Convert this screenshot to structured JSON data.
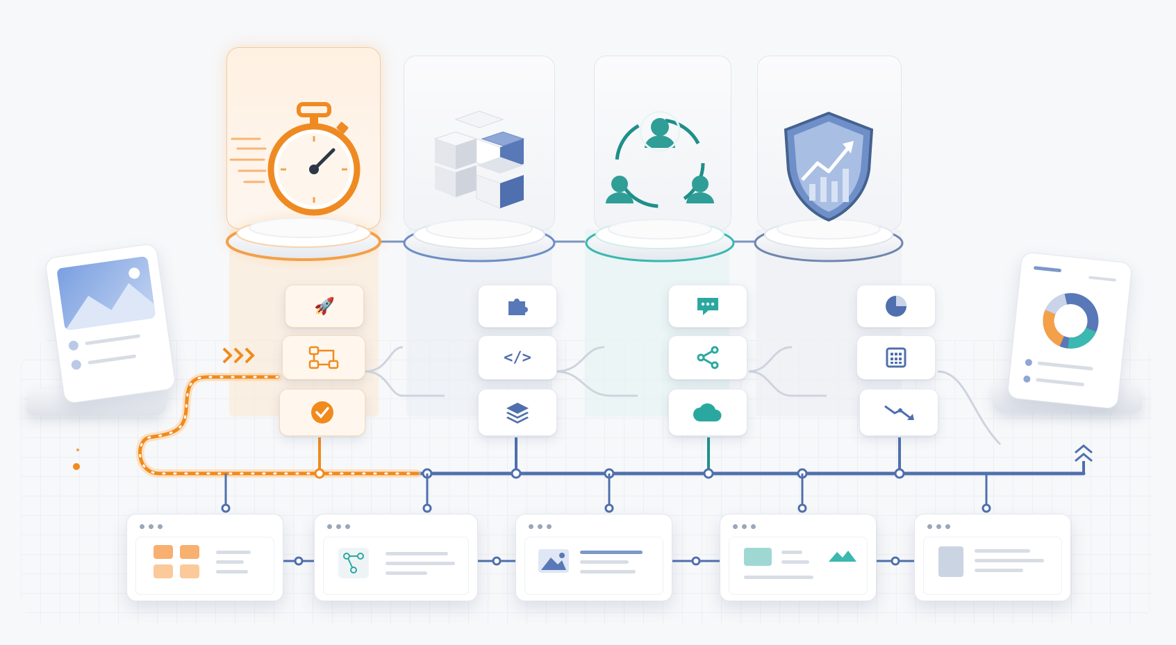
{
  "diagram": {
    "pillars": [
      {
        "name": "speed",
        "icon": "stopwatch-icon",
        "accent": "#f08a1c",
        "modules": [
          "rocket-icon",
          "flowchart-icon",
          "checkmark-icon"
        ]
      },
      {
        "name": "modular",
        "icon": "cube-blocks-icon",
        "accent": "#5b7fc0",
        "modules": [
          "puzzle-icon",
          "code-icon",
          "layers-icon"
        ]
      },
      {
        "name": "collaboration",
        "icon": "team-network-icon",
        "accent": "#2aa8a0",
        "modules": [
          "chat-icon",
          "share-icon",
          "cloud-icon"
        ]
      },
      {
        "name": "security-growth",
        "icon": "shield-chart-icon",
        "accent": "#5b7fc0",
        "modules": [
          "pie-chart-icon",
          "calculator-icon",
          "trend-down-icon"
        ]
      }
    ],
    "devices": [
      "tablet-image-preview",
      "tablet-donut-chart"
    ],
    "screens": [
      "screen-grid-tiles",
      "screen-node-graph",
      "screen-image-text",
      "screen-media-chart",
      "screen-document"
    ],
    "colors": {
      "orange": "#f08a1c",
      "blue": "#5b7fc0",
      "teal": "#2aa8a0",
      "gray": "#c7ceda"
    }
  }
}
